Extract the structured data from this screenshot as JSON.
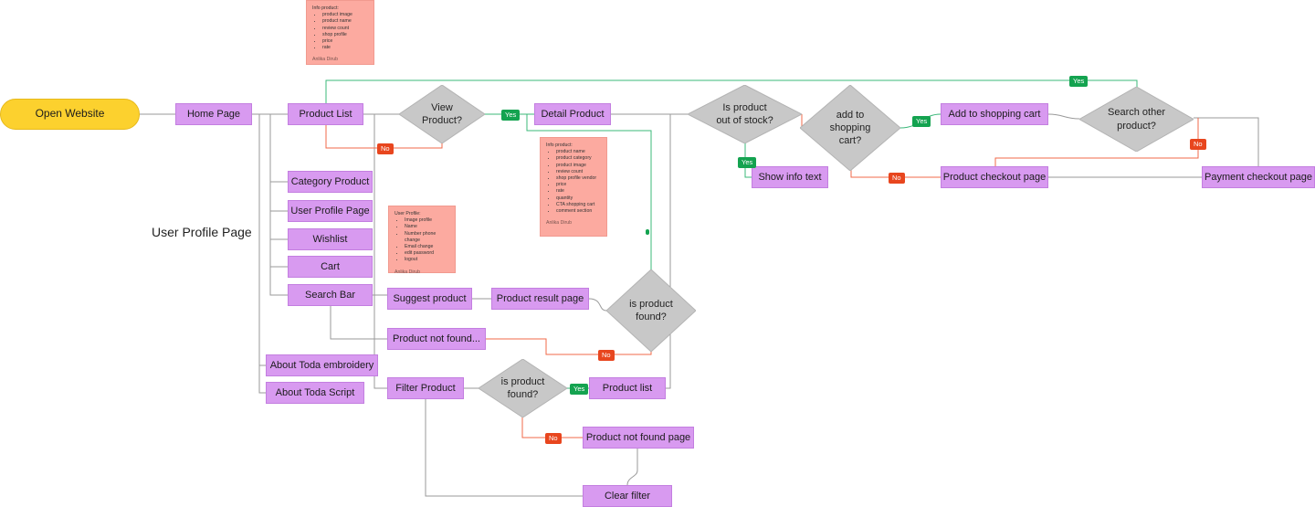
{
  "colors": {
    "action_fill": "#d89af0",
    "start_fill": "#fcd12e",
    "decision_fill": "#c8c8c8",
    "note_fill": "#fcaaa0",
    "yes_badge": "#14a350",
    "no_badge": "#e8461e",
    "connector": "#9a9a9a",
    "yes_connector": "#3bb87a",
    "no_connector": "#f06a48"
  },
  "section_title": "User Profile Page",
  "nodes": {
    "open_website": "Open Website",
    "home_page": "Home Page",
    "product_list": "Product List",
    "view_product": [
      "View",
      "Product?"
    ],
    "detail_product": "Detail Product",
    "out_of_stock": [
      "Is product",
      "out of stock?"
    ],
    "add_to_cart_q": [
      "add to",
      "shopping",
      "cart?"
    ],
    "add_to_cart": "Add to shopping cart",
    "search_other": [
      "Search other",
      "product?"
    ],
    "show_info": "Show info text",
    "product_checkout": "Product checkout page",
    "payment_checkout": "Payment checkout page",
    "category_product": "Category Product",
    "user_profile": "User Profile Page",
    "wishlist": "Wishlist",
    "cart": "Cart",
    "search_bar": "Search Bar",
    "suggest_product": "Suggest product",
    "product_result": "Product result page",
    "is_found_search": [
      "is product",
      "found?"
    ],
    "product_not_found": "Product not found...",
    "about_embroidery": "About Toda embroidery",
    "about_script": "About Toda Script",
    "filter_product": "Filter Product",
    "is_found_filter": [
      "is product",
      "found?"
    ],
    "product_list_filter": "Product list",
    "not_found_page": "Product not found page",
    "clear_filter": "Clear filter"
  },
  "badges": {
    "yes": "Yes",
    "no": "No"
  },
  "notes": {
    "info_product_list": {
      "title": "Info product:",
      "items": [
        "product image",
        "product name",
        "review count",
        "shop profile",
        "price",
        "rate"
      ],
      "author": "Anlika Dirub"
    },
    "info_product_detail": {
      "title": "Info product:",
      "items": [
        "product name",
        "product category",
        "product image",
        "review count",
        "shop profile vendor",
        "price",
        "rate",
        "quantity",
        "CTA shopping cart",
        "comment section"
      ],
      "author": "Anlika Dirub"
    },
    "user_profile": {
      "title": "User Profile:",
      "items": [
        "Image profile",
        "Name",
        "Number phone change",
        "Email change",
        "edit password",
        "logout"
      ],
      "author": "Anlika Dirub"
    }
  }
}
